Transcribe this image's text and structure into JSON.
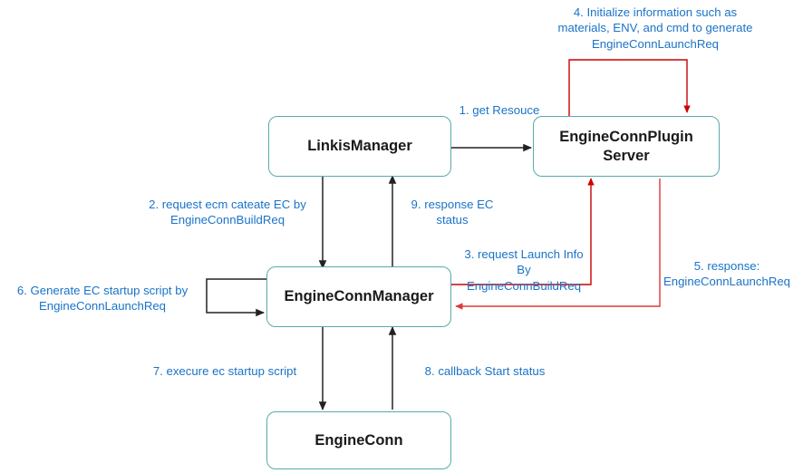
{
  "diagram": {
    "title_present": false,
    "colors": {
      "node_border": "#5aa9ad",
      "node_text": "#1a1a1a",
      "label_text": "#1a73c8",
      "edge_black": "#222222",
      "edge_red": "#cc0000",
      "edge_red_light": "#e05a5a",
      "background": "#ffffff"
    },
    "nodes": [
      {
        "id": "linkis-manager",
        "label": "LinkisManager"
      },
      {
        "id": "engine-conn-plugin-server",
        "label": "EngineConnPlugin\nServer"
      },
      {
        "id": "engine-conn-manager",
        "label": "EngineConnManager"
      },
      {
        "id": "engine-conn",
        "label": "EngineConn"
      }
    ],
    "edge_labels": [
      {
        "id": "step-1",
        "text": "1. get Resouce"
      },
      {
        "id": "step-2",
        "text": "2. request ecm cateate EC by\nEngineConnBuildReq"
      },
      {
        "id": "step-3",
        "text": "3. request Launch Info\nBy\nEngineConnBuildReq"
      },
      {
        "id": "step-4",
        "text": "4. Initialize information such as\nmaterials, ENV, and cmd to generate\nEngineConnLaunchReq"
      },
      {
        "id": "step-5",
        "text": "5. response:\nEngineConnLaunchReq"
      },
      {
        "id": "step-6",
        "text": "6. Generate EC startup script by\nEngineConnLaunchReq"
      },
      {
        "id": "step-7",
        "text": "7. execure ec startup script"
      },
      {
        "id": "step-8",
        "text": "8. callback Start status"
      },
      {
        "id": "step-9",
        "text": "9. response EC\nstatus"
      }
    ]
  }
}
